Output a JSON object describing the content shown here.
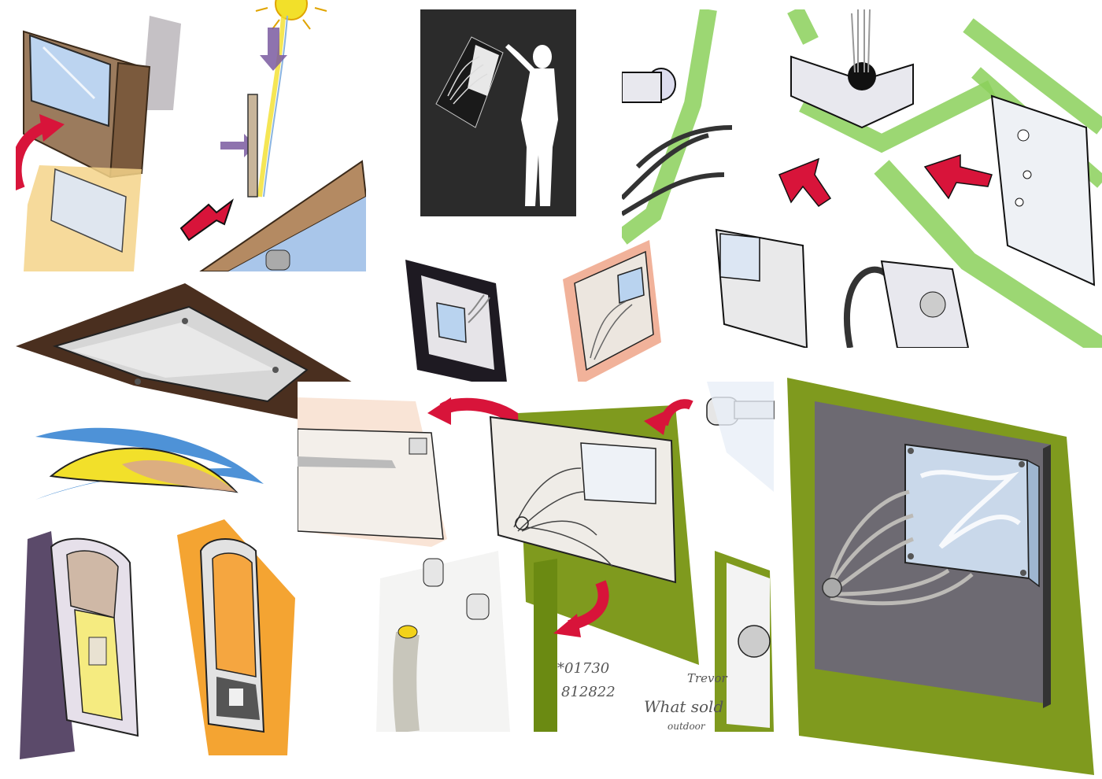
{
  "handwritten_notes": {
    "note_1": "*01730",
    "note_2": "812822",
    "note_3": "Trevor",
    "note_4": "What sold",
    "note_5": "outdoor"
  },
  "colors": {
    "marker_green": "#8bd05a",
    "marker_olive": "#7f9a1e",
    "marker_red": "#d8143a",
    "marker_blue": "#2f7fd0",
    "marker_yellow": "#f2e02a",
    "marker_orange": "#f39a1c",
    "marker_purple": "#5b4a6a",
    "marker_peach": "#f1b29a",
    "wood_brown": "#8a6a4a",
    "glass_blue": "#b9d3ef",
    "dark_panel": "#222222"
  },
  "icons": [
    "curved-arrow-icon",
    "block-arrow-icon",
    "sun-icon",
    "human-silhouette-icon"
  ]
}
